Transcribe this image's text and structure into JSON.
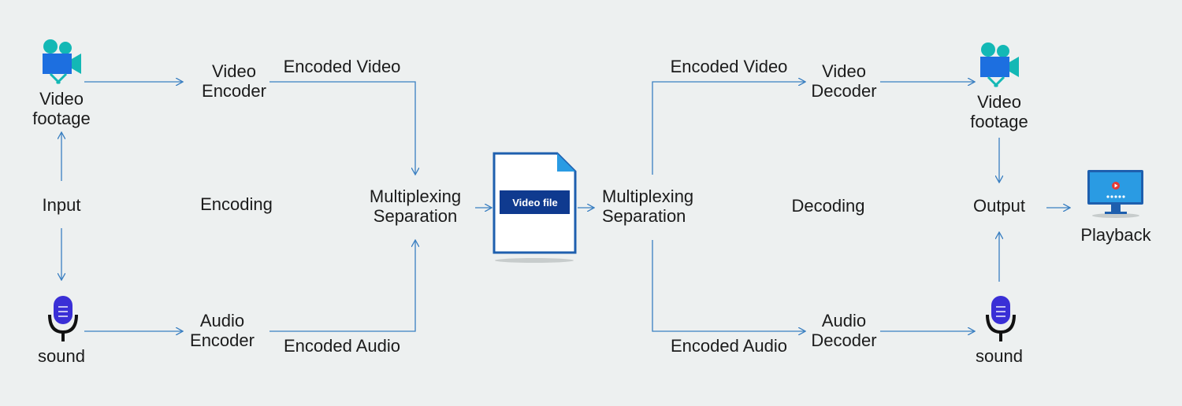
{
  "colors": {
    "arrow": "#3a7fc1",
    "camera_body": "#1d6fe0",
    "camera_reels": "#13b8b5",
    "mic_head": "#3a2fd6",
    "mic_stand": "#111111",
    "file_frame": "#1e5fae",
    "file_corner": "#2a9be3",
    "file_label_bg": "#0f3a8f",
    "monitor": "#2a9be3"
  },
  "icons": {
    "camera": "video-camera-icon",
    "mic": "microphone-icon",
    "file": "video-file-icon",
    "monitor": "monitor-icon"
  },
  "labels": {
    "video_footage_in": [
      "Video",
      "footage"
    ],
    "sound_in": "sound",
    "input": "Input",
    "video_encoder": [
      "Video",
      "Encoder"
    ],
    "encoding": "Encoding",
    "audio_encoder": [
      "Audio",
      "Encoder"
    ],
    "encoded_video_1": "Encoded Video",
    "encoded_audio_1": "Encoded Audio",
    "mux_1": [
      "Multiplexing",
      "Separation"
    ],
    "video_file": "Video file",
    "mux_2": [
      "Multiplexing",
      "Separation"
    ],
    "encoded_video_2": "Encoded Video",
    "encoded_audio_2": "Encoded Audio",
    "decoding": "Decoding",
    "video_decoder": [
      "Video",
      "Decoder"
    ],
    "audio_decoder": [
      "Audio",
      "Decoder"
    ],
    "video_footage_out": [
      "Video",
      "footage"
    ],
    "sound_out": "sound",
    "output": "Output",
    "playback": "Playback"
  }
}
